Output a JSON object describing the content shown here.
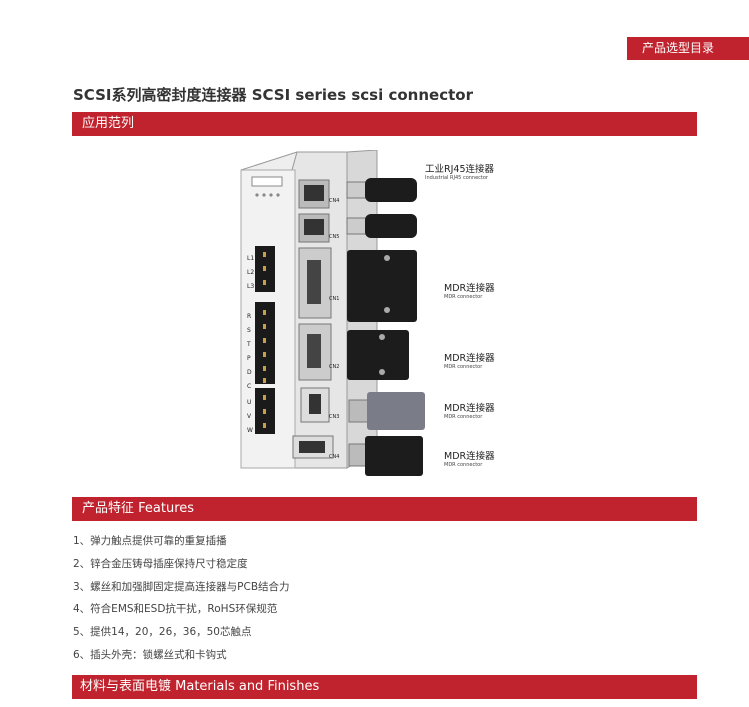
{
  "header": {
    "catalog_tab": "产品选型目录"
  },
  "page_title": "SCSI系列高密封度连接器 SCSI series scsi connector",
  "sections": {
    "application": "应用范列",
    "features": "产品特征  Features",
    "materials": "材料与表面电镀 Materials and Finishes"
  },
  "diagram": {
    "terminal_labels": [
      "L1",
      "L2",
      "L3",
      "R",
      "S",
      "T",
      "P",
      "D",
      "C",
      "U",
      "V",
      "W"
    ],
    "port_labels": [
      "CN4",
      "CN5",
      "CN1",
      "CN2",
      "CN3",
      "CN4"
    ],
    "connectors": [
      {
        "cn": "工业RJ45连接器",
        "en": "Industrial RJ45 connector"
      },
      {
        "cn": "MDR连接器",
        "en": "MDR connector"
      },
      {
        "cn": "MDR连接器",
        "en": "MDR connector"
      },
      {
        "cn": "MDR连接器",
        "en": "MDR connector"
      },
      {
        "cn": "MDR连接器",
        "en": "MDR connector"
      }
    ]
  },
  "features": [
    "1、弹力触点提供可靠的重复插播",
    "2、锌合金压铸母插座保持尺寸稳定度",
    "3、螺丝和加强脚固定提高连接器与PCB结合力",
    "4、符合EMS和ESD抗干扰，RoHS环保规范",
    "5、提供14，20，26，36，50芯触点",
    "6、插头外壳：锁螺丝式和卡钩式"
  ],
  "colors": {
    "accent": "#c0232d"
  }
}
